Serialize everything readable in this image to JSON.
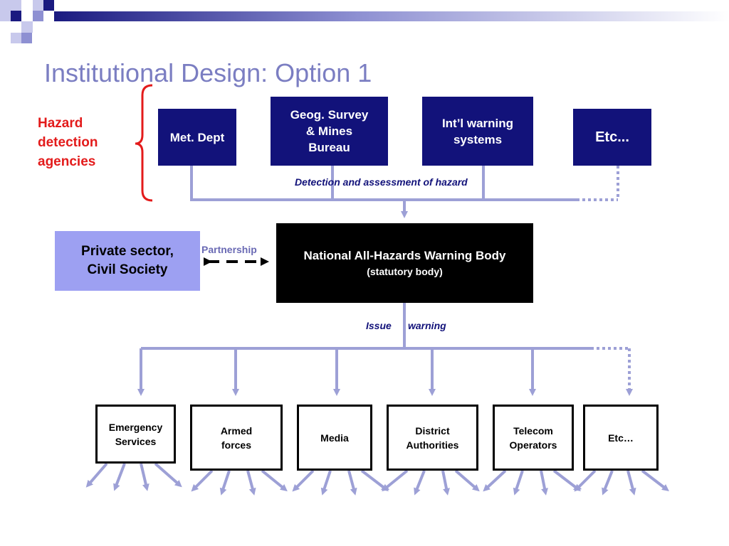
{
  "title": "Institutional Design: Option 1",
  "hazard_label": [
    "Hazard",
    "detection",
    "agencies"
  ],
  "agencies": [
    {
      "lines": [
        "Met. Dept"
      ]
    },
    {
      "lines": [
        "Geog. Survey",
        "& Mines",
        "Bureau"
      ]
    },
    {
      "lines": [
        "Int’l warning",
        "systems"
      ]
    },
    {
      "lines": [
        "Etc..."
      ]
    }
  ],
  "detection_caption": "Detection and assessment of hazard",
  "private_sector": [
    "Private sector,",
    "Civil Society"
  ],
  "partnership": "Partnership",
  "national_body": {
    "name": "National All-Hazards Warning Body",
    "note": "(statutory body)"
  },
  "issue_warning": {
    "word1": "Issue",
    "word2": "warning"
  },
  "recipients": [
    {
      "lines": [
        "Emergency",
        "Services"
      ]
    },
    {
      "lines": [
        "Armed",
        "forces"
      ]
    },
    {
      "lines": [
        "Media"
      ]
    },
    {
      "lines": [
        "District",
        "Authorities"
      ]
    },
    {
      "lines": [
        "Telecom",
        "Operators"
      ]
    },
    {
      "lines": [
        "Etc…"
      ]
    }
  ],
  "colors": {
    "title": "#7b7ec2",
    "hazard": "#e31b1b",
    "agency_fill": "#12127a",
    "connector": "#9da0d6",
    "private_fill": "#9da0f2",
    "national_fill": "#000000"
  }
}
